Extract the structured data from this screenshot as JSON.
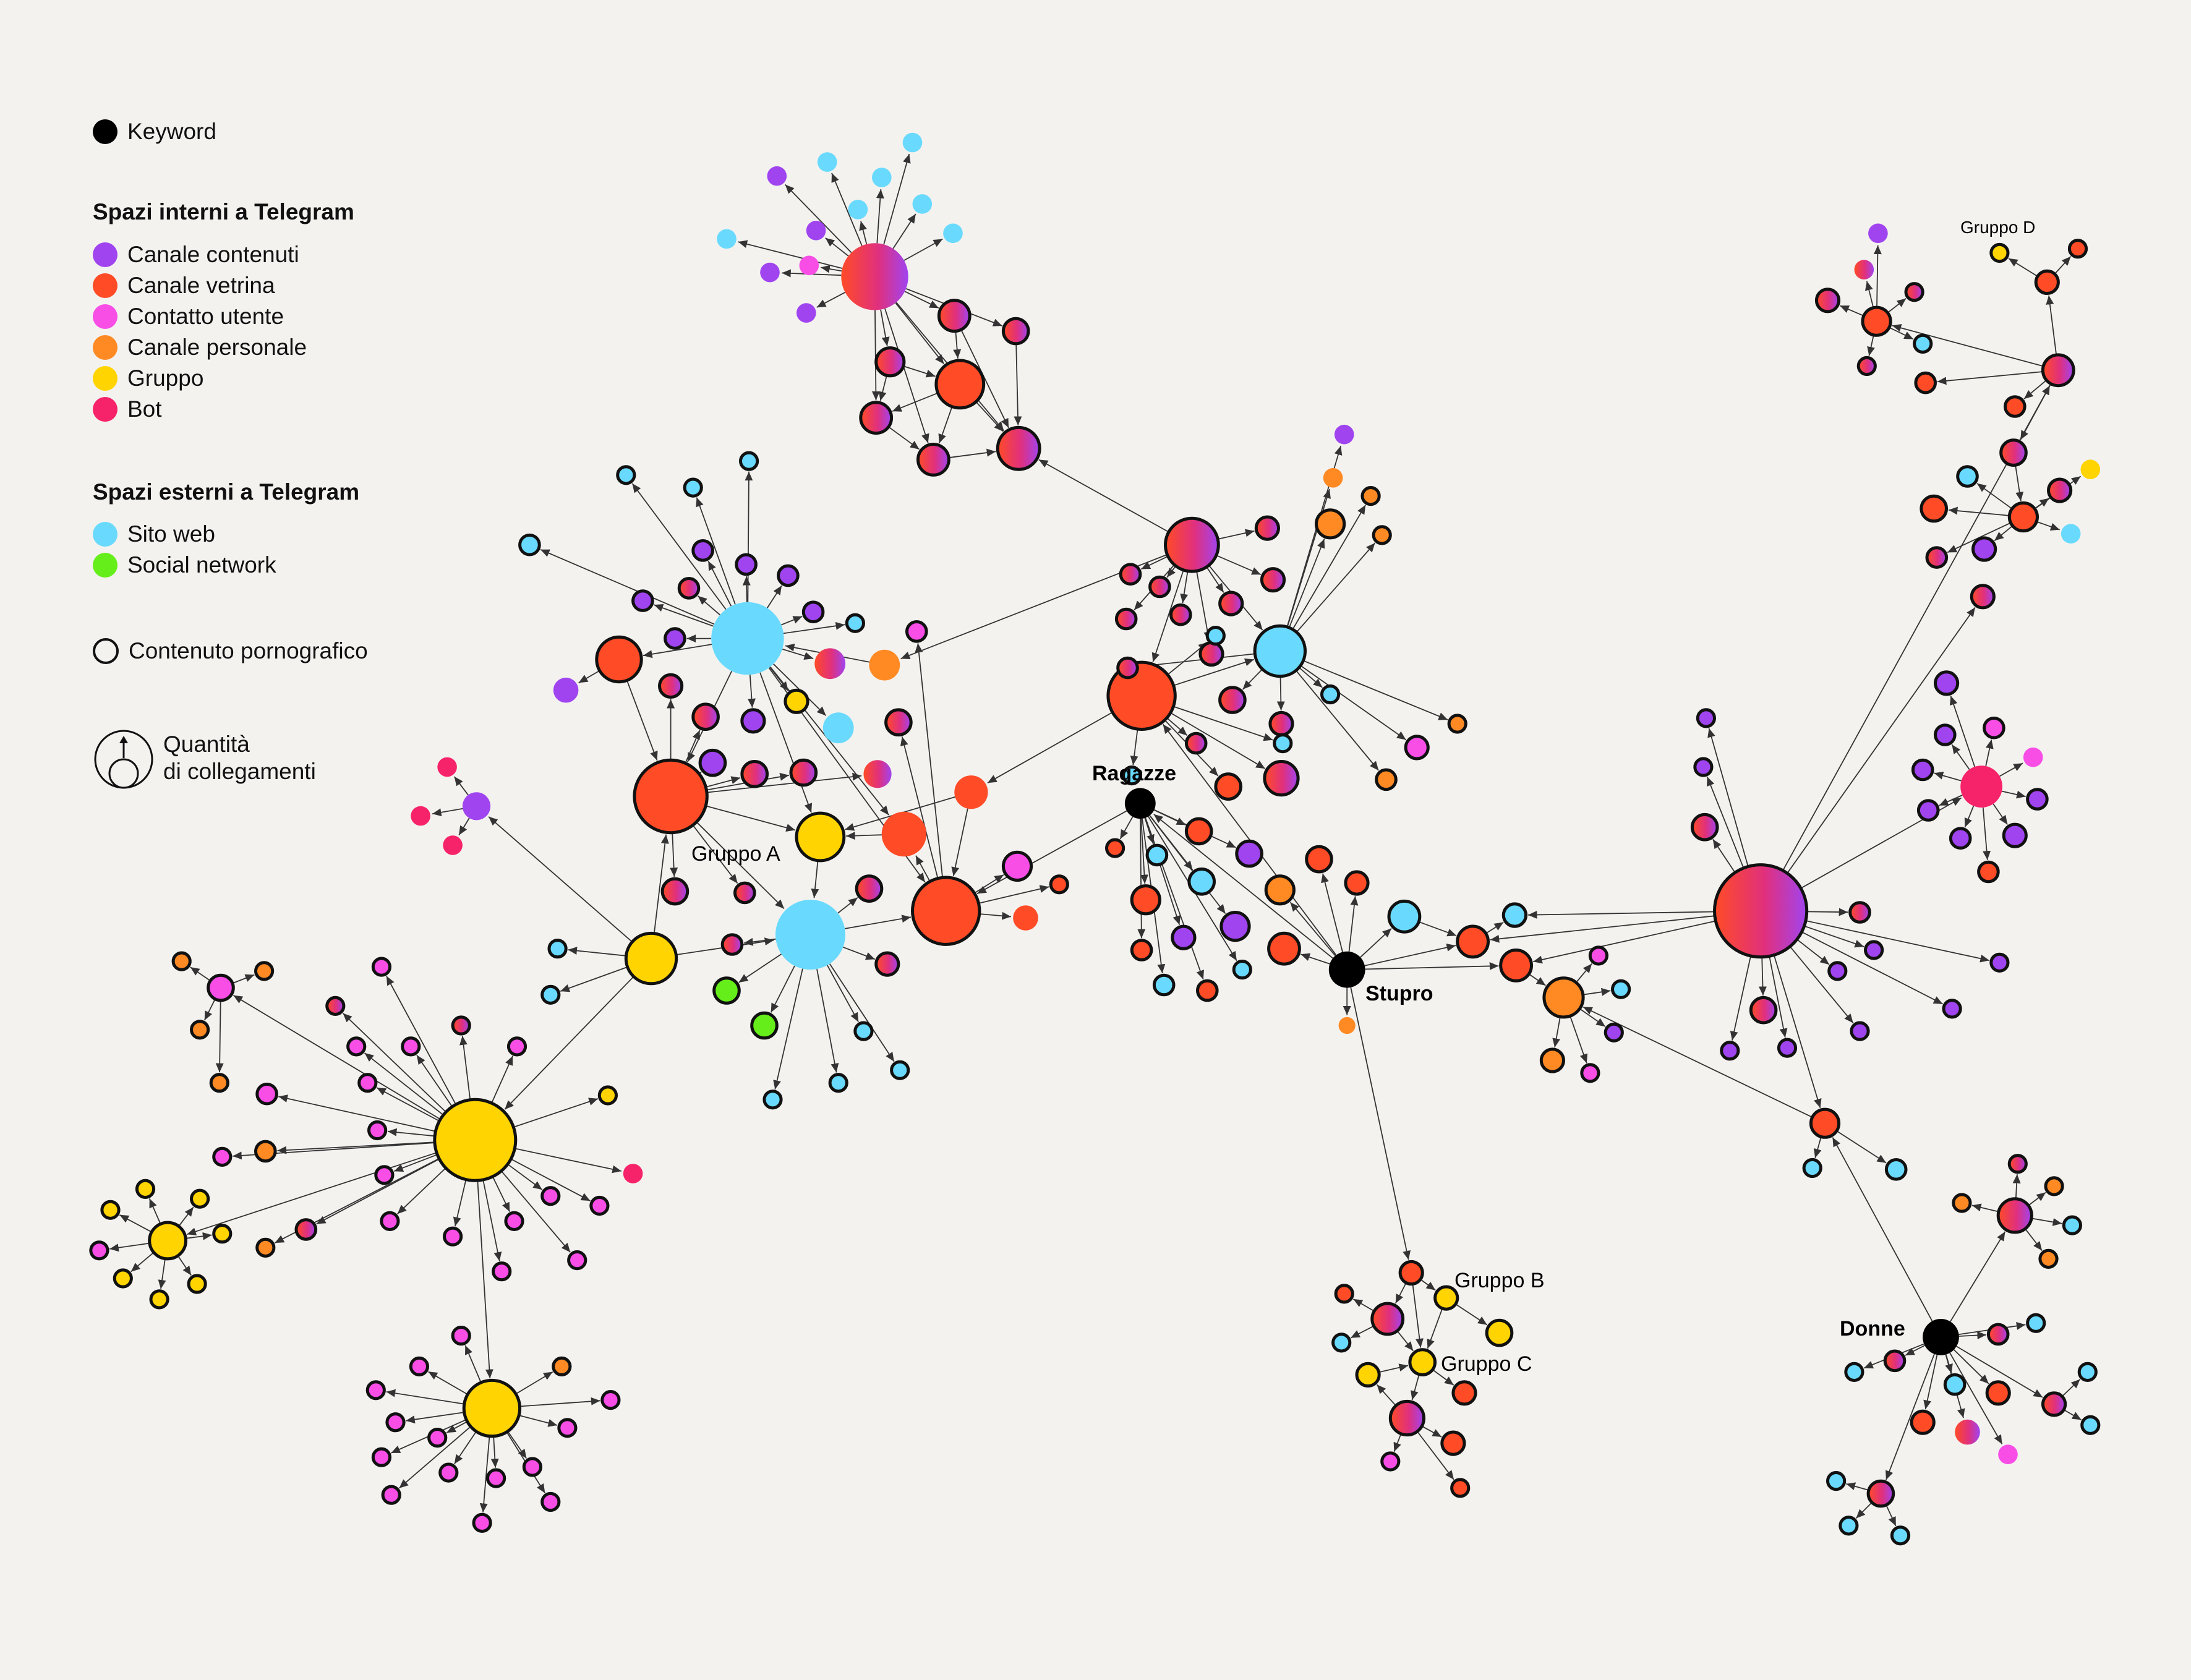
{
  "legend": {
    "keyword": "Keyword",
    "internal_heading": "Spazi interni a Telegram",
    "internal": [
      {
        "label": "Canale contenuti",
        "color": "#a044f0"
      },
      {
        "label": "Canale vetrina",
        "color": "#ff4b26"
      },
      {
        "label": "Contatto utente",
        "color": "#f84ee6"
      },
      {
        "label": "Canale personale",
        "color": "#ff8a24"
      },
      {
        "label": "Gruppo",
        "color": "#ffd400"
      },
      {
        "label": "Bot",
        "color": "#f7236a"
      }
    ],
    "external_heading": "Spazi esterni a Telegram",
    "external": [
      {
        "label": "Sito web",
        "color": "#69dafd"
      },
      {
        "label": "Social network",
        "color": "#66ee1a"
      }
    ],
    "porn": "Contenuto pornografico",
    "quantity_line1": "Quantità",
    "quantity_line2": "di collegamenti"
  },
  "labels": {
    "ragazze": "Ragazze",
    "stupro": "Stupro",
    "donne": "Donne",
    "gruppo_a": "Gruppo A",
    "gruppo_b": "Gruppo B",
    "gruppo_c": "Gruppo C",
    "gruppo_d": "Gruppo D"
  },
  "colors": {
    "background": "#f3f2ef",
    "keyword": "#000000",
    "edge": "#333333",
    "gradient_from": "#ff4b26",
    "gradient_to": "#a044f0"
  }
}
